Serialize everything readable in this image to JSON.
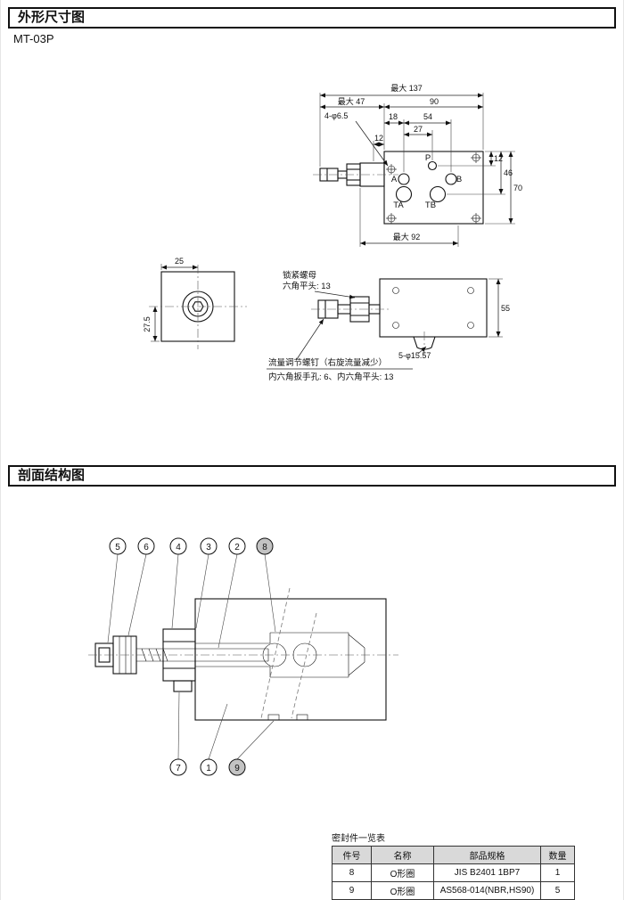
{
  "sections": {
    "dimension_title": "外形尺寸图",
    "section_title": "剖面结构图"
  },
  "model": "MT-03P",
  "top_view": {
    "dim_max137": "最大 137",
    "dim_90": "90",
    "dim_max47": "最大 47",
    "dim_holes": "4-φ6.5",
    "dim_18": "18",
    "dim_54": "54",
    "dim_27": "27",
    "dim_12_left": "12",
    "dim_12_right": "12",
    "dim_46": "46",
    "dim_70": "70",
    "dim_max92": "最大 92",
    "port_p": "P",
    "port_a": "A",
    "port_b": "B",
    "port_ta": "TA",
    "port_tb": "TB"
  },
  "front_view": {
    "dim_25": "25",
    "dim_27_5": "27.5"
  },
  "side_view": {
    "label_locknut_1": "锁紧螺母",
    "label_locknut_2": "六角平头: 13",
    "dim_55": "55",
    "dim_holes": "5-φ15.57",
    "label_flow_1": "流量调节螺钉（右旋流量减少）",
    "label_flow_2": "内六角扳手孔: 6、内六角平头: 13"
  },
  "section_view": {
    "callouts_top": [
      "5",
      "6",
      "4",
      "3",
      "2",
      "8"
    ],
    "callouts_bottom": [
      "7",
      "1",
      "9"
    ],
    "highlighted": [
      "8",
      "9"
    ]
  },
  "seal_table": {
    "title": "密封件一览表",
    "headers": [
      "件号",
      "名称",
      "部品规格",
      "数量"
    ],
    "rows": [
      [
        "8",
        "O形圈",
        "JIS B2401 1BP7",
        "1"
      ],
      [
        "9",
        "O形圈",
        "AS568-014(NBR,HS90)",
        "5"
      ]
    ]
  },
  "colors": {
    "line": "#111111",
    "callout_highlight": "#c3c3c3",
    "table_header_bg": "#d9d9d9"
  }
}
